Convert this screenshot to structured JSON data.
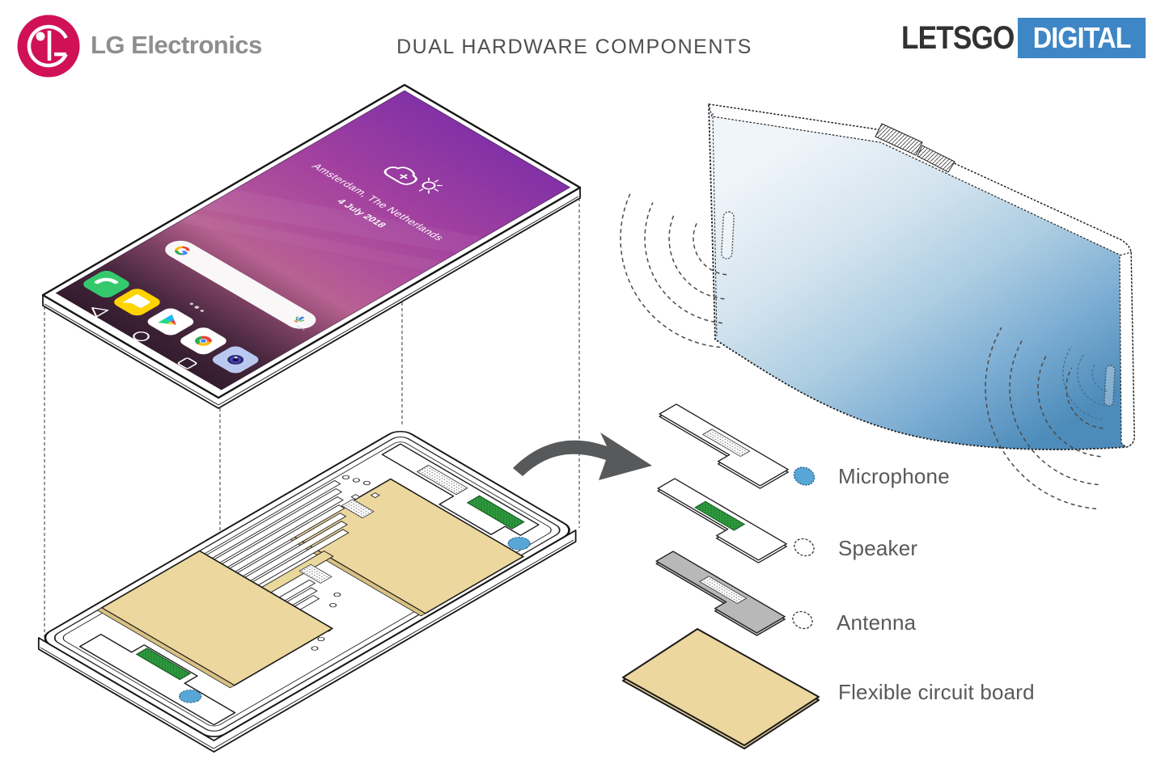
{
  "header": {
    "lg_text": "LG Electronics",
    "title": "DUAL HARDWARE COMPONENTS",
    "brand": {
      "letsgo": "LETSGO",
      "digital": "DIGITAL"
    }
  },
  "phone_screen": {
    "weather_location": "Amsterdam, The Netherlands",
    "weather_date": "4 July 2018",
    "dock_icons": [
      "phone-icon",
      "messages-icon",
      "play-store-icon",
      "chrome-icon",
      "camera-icon"
    ],
    "nav_icons": [
      "back-icon",
      "home-icon",
      "recents-icon"
    ],
    "search_icons": [
      "google-g-icon",
      "google-mic-icon"
    ]
  },
  "component_labels": {
    "microphone": "Microphone",
    "speaker": "Speaker",
    "antenna": "Antenna",
    "flexible_circuit_board": "Flexible circuit board"
  },
  "icons": [
    "lg-logo",
    "weather-cloud-sun-icon",
    "speaker-slot-icon",
    "sound-wave-arcs",
    "exploded-view-arrow"
  ],
  "colors": {
    "lg_magenta": "#d01155",
    "logo_gray": "#8e8e8e",
    "title_gray": "#4f4f4f",
    "brand_blue": "#3e86c6",
    "label_gray": "#595959",
    "arrow_gray": "#58595b",
    "flex_board_tan": "#ecd79e",
    "speaker_green": "#2f9e3f",
    "microphone_blue": "#58a6d6",
    "antenna_gray": "#b8b8b8",
    "screen_purple_top": "#8231a6",
    "screen_maroon_bottom": "#331c2d",
    "folded_screen_blue": "#4d8cba"
  }
}
